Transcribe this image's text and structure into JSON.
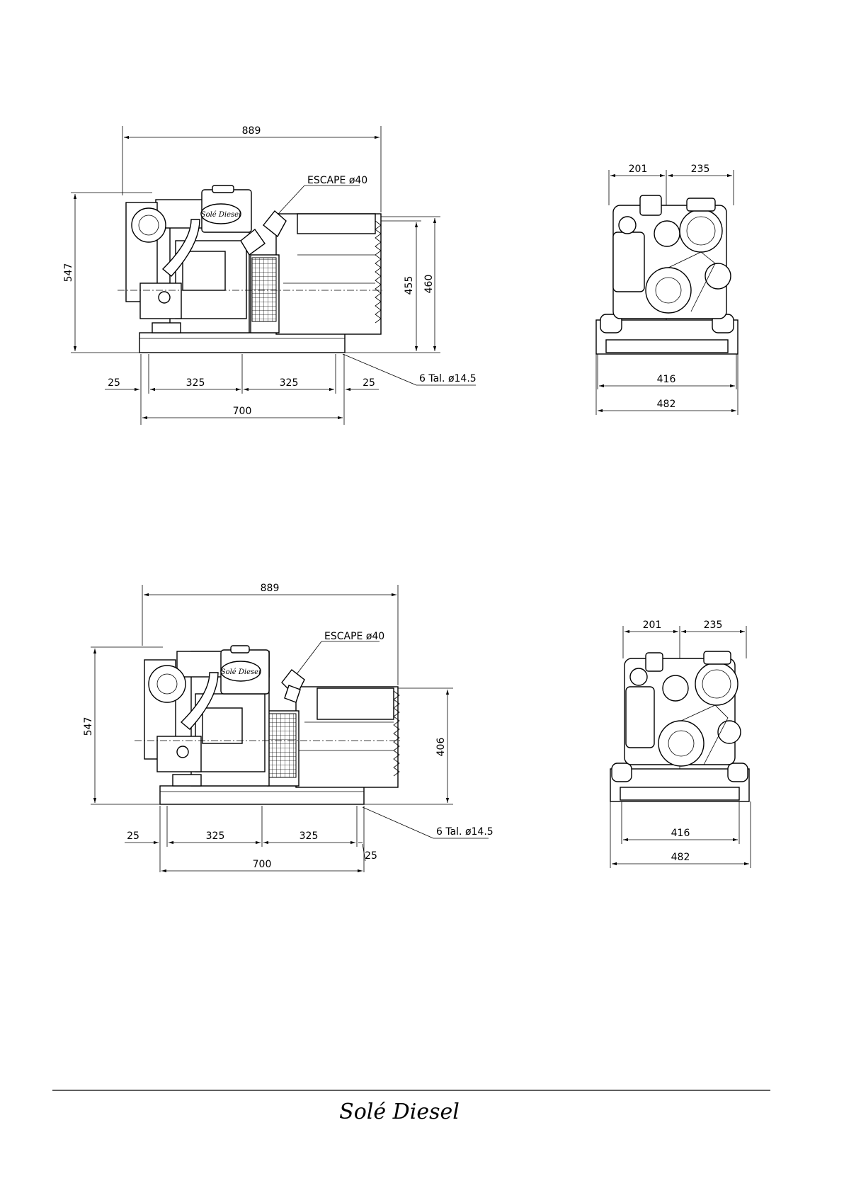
{
  "views": {
    "top_side": {
      "length": "889",
      "height_total": "547",
      "height_b": "455",
      "height_c": "460",
      "exhaust": "ESCAPE ø40",
      "mount_holes": "6 Tal. ø14.5",
      "base_segments": [
        "25",
        "325",
        "325",
        "25"
      ],
      "base_length": "700",
      "logo": "Solé Diesel"
    },
    "top_front": {
      "left_offset": "201",
      "right_offset": "235",
      "mount_span": "416",
      "width_total": "482"
    },
    "bottom_side": {
      "length": "889",
      "height_total": "547",
      "height_b": "406",
      "exhaust": "ESCAPE ø40",
      "mount_holes": "6 Tal. ø14.5",
      "base_segments": [
        "25",
        "325",
        "325",
        "25"
      ],
      "base_length": "700",
      "logo": "Solé Diesel"
    },
    "bottom_front": {
      "left_offset": "201",
      "right_offset": "235",
      "mount_span": "416",
      "width_total": "482"
    }
  },
  "footer": {
    "brand": "Solé Diesel"
  }
}
